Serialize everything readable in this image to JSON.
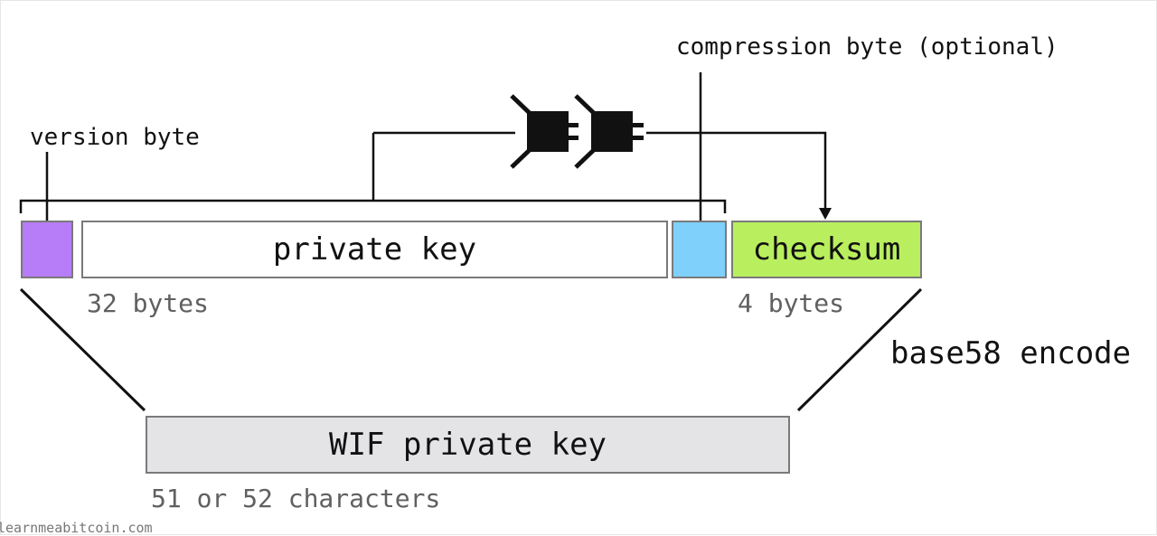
{
  "labels": {
    "version_byte": "version byte",
    "compression_byte": "compression byte (optional)",
    "private_key": "private key",
    "checksum": "checksum",
    "private_key_size": "32 bytes",
    "checksum_size": "4 bytes",
    "base58_encode": "base58 encode",
    "wif_private_key": "WIF private key",
    "wif_length": "51 or 52 characters",
    "watermark": "learnmeabitcoin.com"
  },
  "colors": {
    "version_byte": "#b77cf7",
    "compression_byte": "#7fd0fb",
    "checksum": "#b9ef5e",
    "private_key": "#ffffff",
    "wif_private_key": "#e4e4e6",
    "lines": "#111111",
    "sub_text": "#606060"
  },
  "icons": [
    "hash-function-icon",
    "hash-function-icon"
  ]
}
